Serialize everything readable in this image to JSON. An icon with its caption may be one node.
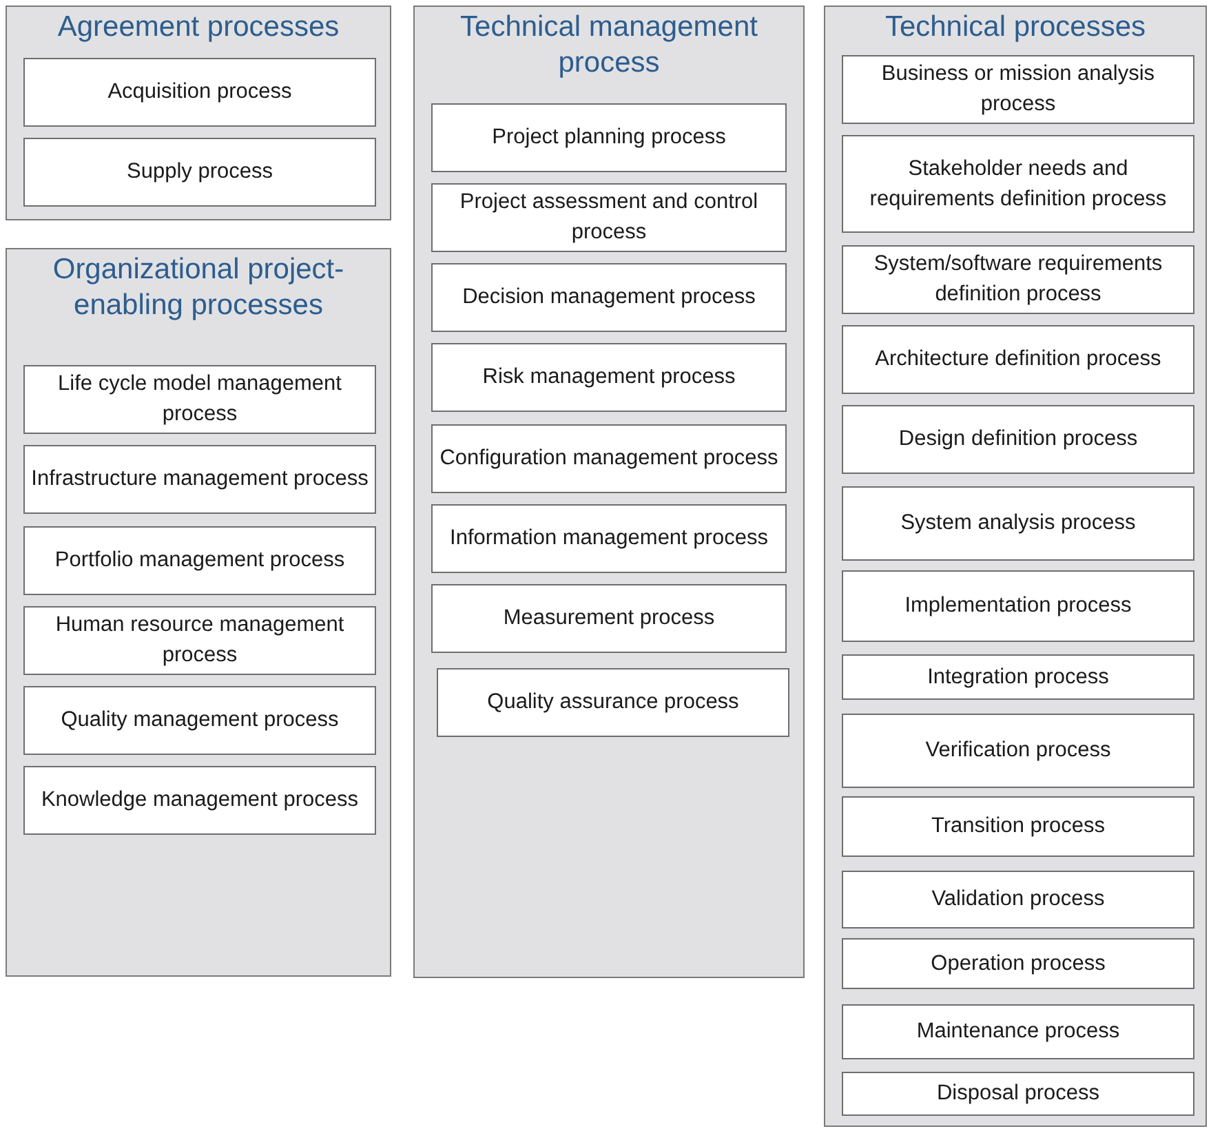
{
  "diagram": {
    "nodes": [
      {
        "text": [
          "Agreement processes"
        ]
      },
      {
        "text": [
          "Acquisition process"
        ],
        "in": 0
      },
      {
        "text": [
          "Supply process"
        ],
        "in": 0
      },
      {
        "text": [
          "Organizational project-enabling processes"
        ]
      },
      {
        "text": [
          "Life cycle model management process"
        ],
        "in": 3
      },
      {
        "text": [
          "Infrastructure management process"
        ],
        "in": 3
      },
      {
        "text": [
          "Portfolio management process"
        ],
        "in": 3
      },
      {
        "text": [
          "Human resource management process"
        ],
        "in": 3
      },
      {
        "text": [
          "Quality management process"
        ],
        "in": 3
      },
      {
        "text": [
          "Knowledge management process"
        ],
        "in": 3
      },
      {
        "text": [
          "Technical management process"
        ]
      },
      {
        "text": [
          "Project planning process"
        ],
        "in": 10
      },
      {
        "text": [
          "Project assessment and control process"
        ],
        "in": 10
      },
      {
        "text": [
          "Decision management process"
        ],
        "in": 10
      },
      {
        "text": [
          "Risk management process"
        ],
        "in": 10
      },
      {
        "text": [
          "Configuration management process"
        ],
        "in": 10
      },
      {
        "text": [
          "Information management process"
        ],
        "in": 10
      },
      {
        "text": [
          "Measurement process"
        ],
        "in": 10
      },
      {
        "text": [
          "Quality assurance process"
        ],
        "in": 10
      },
      {
        "text": [
          "Technical processes"
        ]
      },
      {
        "text": [
          "Business or mission analysis process"
        ],
        "in": 19
      },
      {
        "text": [
          "Stakeholder needs and requirements definition process"
        ],
        "in": 19
      },
      {
        "text": [
          "System/software requirements definition process"
        ],
        "in": 19
      },
      {
        "text": [
          "Architecture definition process"
        ],
        "in": 19
      },
      {
        "text": [
          "Design definition process"
        ],
        "in": 19
      },
      {
        "text": [
          "System analysis process"
        ],
        "in": 19
      },
      {
        "text": [
          "Implementation process"
        ],
        "in": 19
      },
      {
        "text": [
          "Integration process"
        ],
        "in": 19
      },
      {
        "text": [
          "Verification process"
        ],
        "in": 19
      },
      {
        "text": [
          "Transition process"
        ],
        "in": 19
      },
      {
        "text": [
          "Validation process"
        ],
        "in": 19
      },
      {
        "text": [
          "Operation process"
        ],
        "in": 19
      },
      {
        "text": [
          "Maintenance process"
        ],
        "in": 19
      },
      {
        "text": [
          "Disposal process"
        ],
        "in": 19
      }
    ]
  }
}
